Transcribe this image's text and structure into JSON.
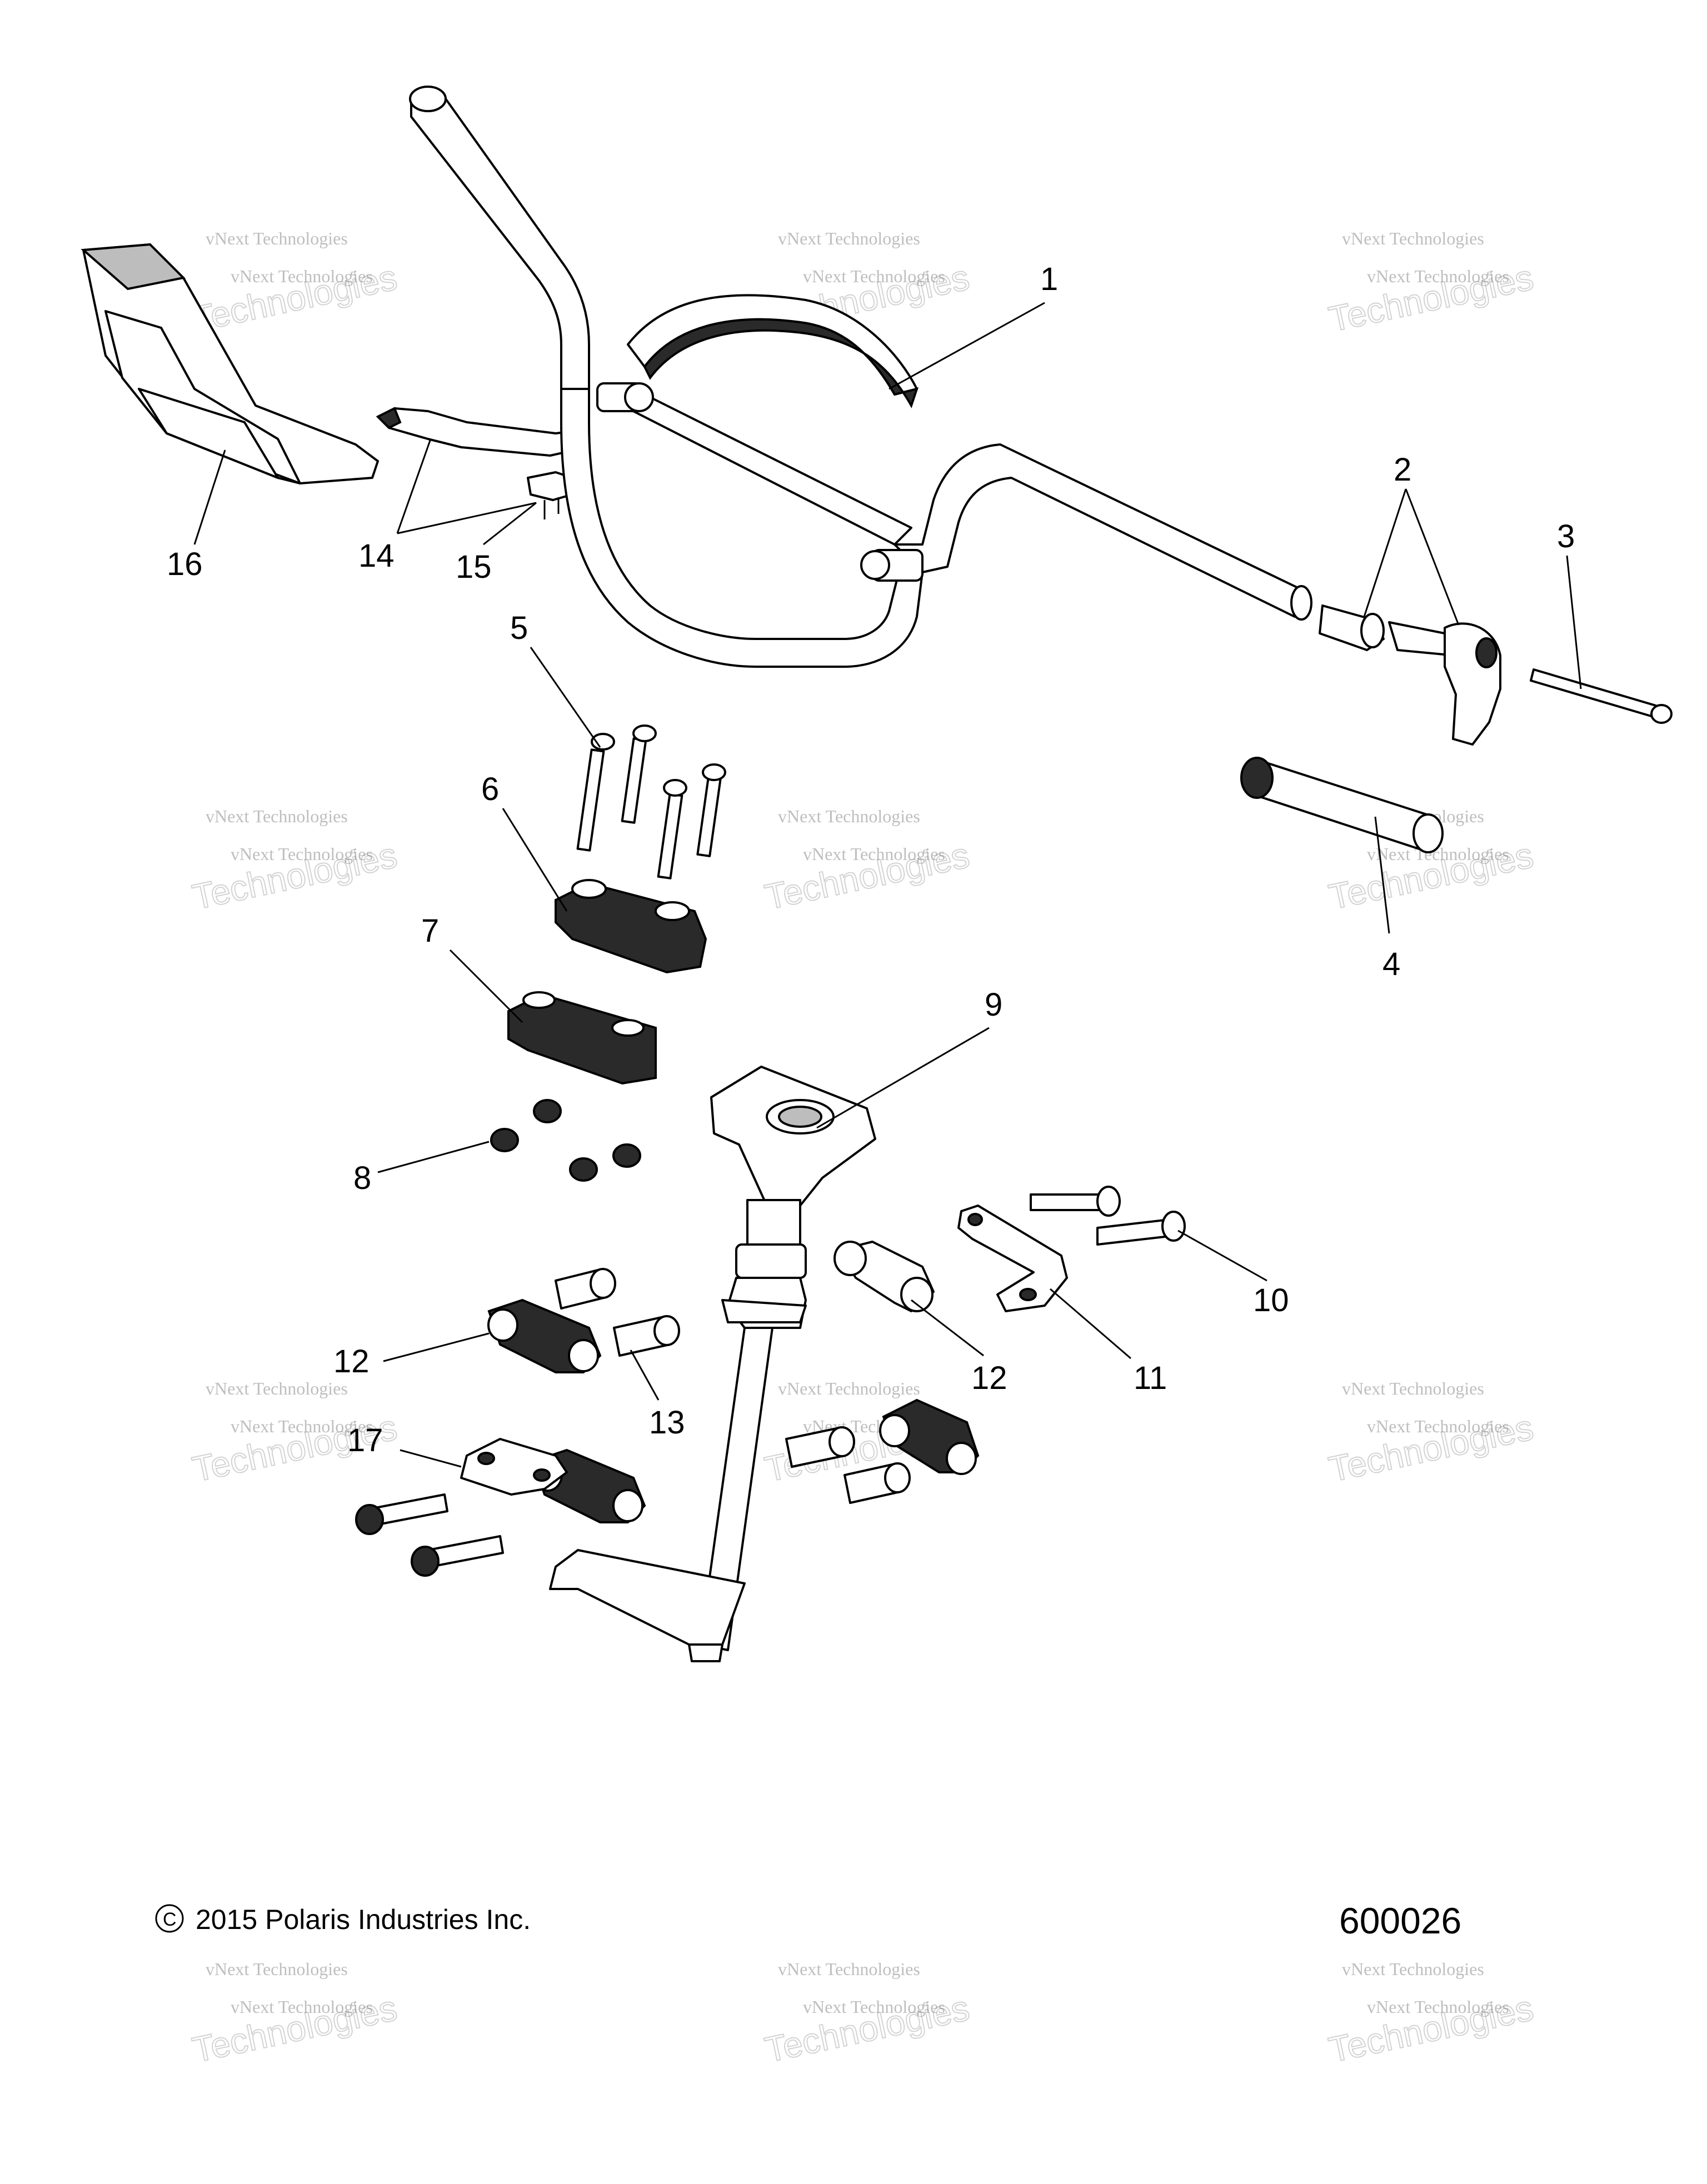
{
  "callouts": [
    "1",
    "2",
    "3",
    "4",
    "5",
    "6",
    "7",
    "8",
    "9",
    "10",
    "11",
    "12",
    "12",
    "13",
    "14",
    "15",
    "16",
    "17"
  ],
  "watermark": {
    "line1": "vNext Technologies",
    "line2": "Technologies",
    "line3": "vNext"
  },
  "footer": {
    "copyright_symbol": "C",
    "copyright": "2015 Polaris Industries Inc.",
    "figure_number": "600026"
  }
}
